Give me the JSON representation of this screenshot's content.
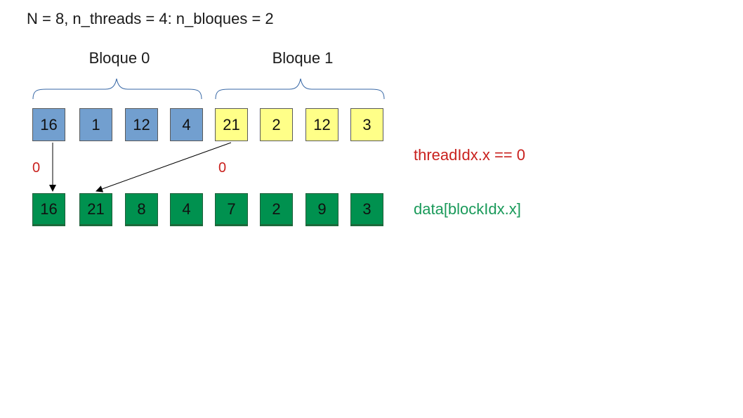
{
  "title": "N = 8, n_threads = 4: n_bloques = 2",
  "blocks": [
    {
      "label": "Bloque 0"
    },
    {
      "label": "Bloque 1"
    }
  ],
  "input_row": [
    {
      "value": "16",
      "block": 0
    },
    {
      "value": "1",
      "block": 0
    },
    {
      "value": "12",
      "block": 0
    },
    {
      "value": "4",
      "block": 0
    },
    {
      "value": "21",
      "block": 1
    },
    {
      "value": "2",
      "block": 1
    },
    {
      "value": "12",
      "block": 1
    },
    {
      "value": "3",
      "block": 1
    }
  ],
  "output_row": [
    "16",
    "21",
    "8",
    "4",
    "7",
    "2",
    "9",
    "3"
  ],
  "thread_zero_labels": [
    "0",
    "0"
  ],
  "condition_label": "threadIdx.x == 0",
  "output_label": "data[blockIdx.x]",
  "colors": {
    "block0": "#729fcf",
    "block1": "#ffff88",
    "output": "#00914f",
    "condition": "#c9211e",
    "output_label": "#1a9a5a",
    "brace": "#3465a4"
  }
}
